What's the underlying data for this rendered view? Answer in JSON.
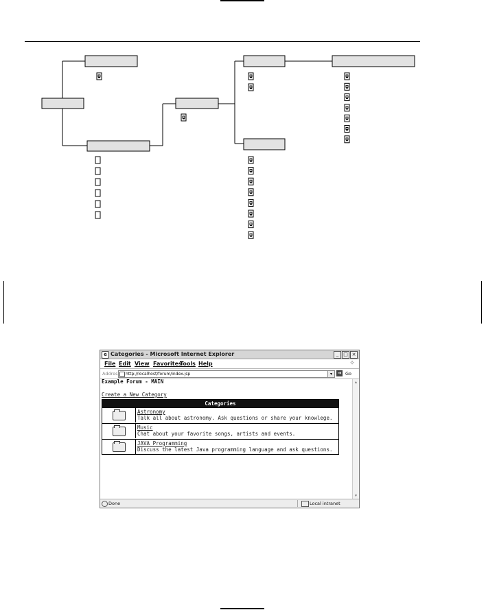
{
  "browser": {
    "window_title": "Categories - Microsoft Internet Explorer",
    "window_buttons": [
      "_",
      "□",
      "×"
    ],
    "menu": [
      "File",
      "Edit",
      "View",
      "Favorites",
      "Tools",
      "Help"
    ],
    "address_label": "Address",
    "address_url": "http://localhost/forum/index.jsp",
    "go_label": "Go",
    "page": {
      "forum_title": "Example Forum - MAIN",
      "create_link": "Create a New Category",
      "table_header": "Categories",
      "categories": [
        {
          "name": "Astronomy",
          "description": "Talk all about astronomy. Ask questions or share your knowlege."
        },
        {
          "name": "Music",
          "description": "Chat about your favorite songs, artists and events."
        },
        {
          "name": "JAVA Programming",
          "description": "Discuss the latest Java programming language and ask questions."
        }
      ]
    },
    "status_text": "Done",
    "zone_text": "Local intranet"
  },
  "diagram": {
    "icon_style": "page-icon",
    "file_counts": {
      "node-top-left": 1,
      "node-center": 1,
      "node-top-right": 2,
      "node-bottom-left": 6,
      "node-bottom-right": 8,
      "node-far-right": 7
    }
  },
  "colors": {
    "node_fill": "#e2e2e2",
    "table_header": "#111111",
    "chrome": "#d6d6d6"
  }
}
